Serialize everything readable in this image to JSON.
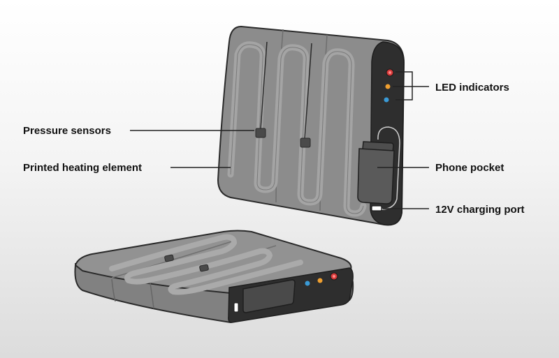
{
  "labels": {
    "led_indicators": "LED indicators",
    "pressure_sensors": "Pressure sensors",
    "printed_heating_element": "Printed heating element",
    "phone_pocket": "Phone pocket",
    "charging_port": "12V charging port"
  },
  "colors": {
    "cushion_fill": "#8c8c8c",
    "cushion_outline": "#2a2a2a",
    "panel": "#2e2e2e",
    "led_red": "#d63a3a",
    "led_orange": "#f0a030",
    "led_blue": "#3a9ad6",
    "leader_line": "#222222"
  },
  "icons": {
    "led_red": "red-led-icon",
    "led_orange": "orange-led-icon",
    "led_blue": "blue-led-icon"
  }
}
